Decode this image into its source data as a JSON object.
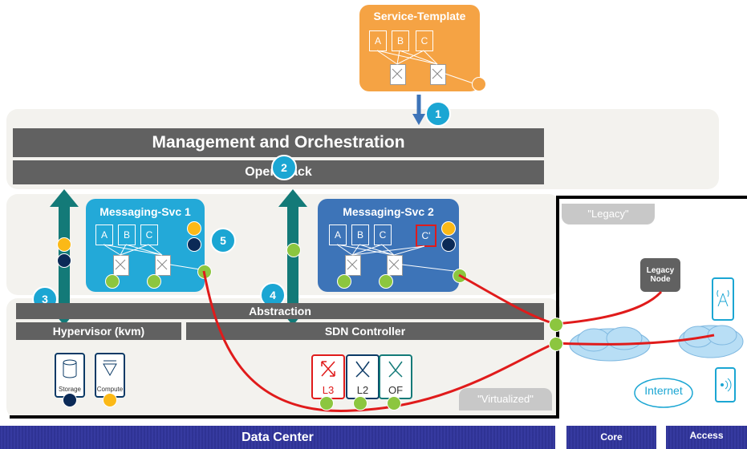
{
  "service_template": {
    "title": "Service-Template",
    "boxes": [
      "A",
      "B",
      "C"
    ],
    "color": "#f5a344"
  },
  "steps": [
    "1",
    "2",
    "3",
    "4",
    "5"
  ],
  "mano": {
    "title": "Management and Orchestration"
  },
  "openstack": {
    "title": "OpenStack"
  },
  "svc1": {
    "title": "Messaging-Svc 1",
    "boxes": [
      "A",
      "B",
      "C"
    ],
    "color": "#23a9d8"
  },
  "svc2": {
    "title": "Messaging-Svc 2",
    "boxes": [
      "A",
      "B",
      "C",
      "C'"
    ],
    "color": "#3d74b8"
  },
  "abstraction": {
    "title": "Abstraction"
  },
  "hypervisor": {
    "title": "Hypervisor (kvm)"
  },
  "sdn": {
    "title": "SDN Controller"
  },
  "devices": {
    "storage": "Storage",
    "compute": "Compute",
    "l3": "L3",
    "l2": "L2",
    "of": "OF"
  },
  "legacy": {
    "label": "\"Legacy\"",
    "node": "Legacy Node"
  },
  "virtualized": {
    "label": "\"Virtualized\""
  },
  "internet": {
    "label": "Internet"
  },
  "footer": {
    "datacenter": "Data Center",
    "core": "Core",
    "access": "Access"
  },
  "colors": {
    "red_link": "#e01b1b",
    "arrow_teal": "#137a78",
    "bar_gray": "#616161"
  }
}
